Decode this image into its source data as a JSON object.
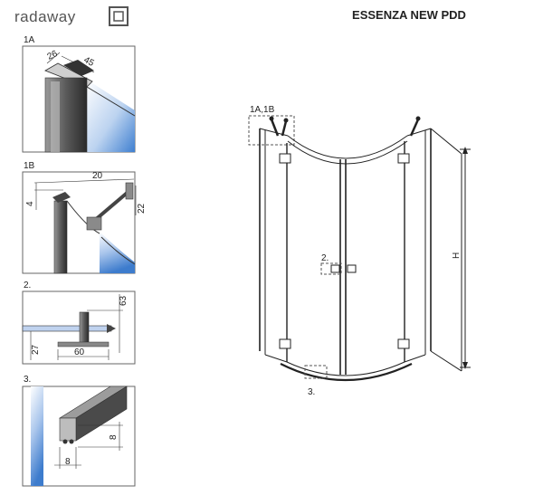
{
  "header": {
    "brand": "radaway",
    "product_title": "ESSENZA NEW PDD"
  },
  "details": {
    "d1a": {
      "label": "1A",
      "dim_a": "26",
      "dim_b": "45"
    },
    "d1b": {
      "label": "1B",
      "dim_width": "20",
      "dim_left": "4",
      "dim_right": "22"
    },
    "d2": {
      "label": "2.",
      "dim_height": "63",
      "dim_bottom": "27",
      "dim_width": "60"
    },
    "d3": {
      "label": "3.",
      "dim_height": "8",
      "dim_width": "8"
    }
  },
  "main": {
    "callout_top": "1A,1B",
    "callout_handle": "2.",
    "callout_bottom": "3.",
    "height_label": "H"
  },
  "colors": {
    "glass_blue": "#4a8ad6",
    "frame_dark": "#333333",
    "line": "#222222"
  }
}
